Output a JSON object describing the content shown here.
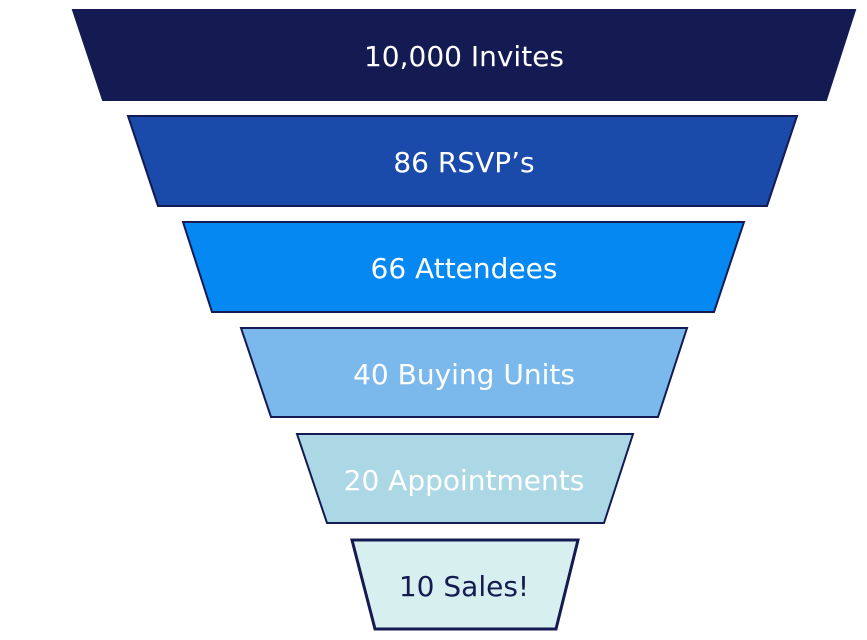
{
  "funnel": {
    "stages": [
      {
        "label": "10,000 Invites",
        "fill": "#141b52",
        "stroke": "#141b52",
        "text_color": "#ffffff"
      },
      {
        "label": "86 RSVP’s",
        "fill": "#1a4aaa",
        "stroke": "#141b52",
        "text_color": "#ffffff"
      },
      {
        "label": "66 Attendees",
        "fill": "#0588f2",
        "stroke": "#141b52",
        "text_color": "#ffffff"
      },
      {
        "label": "40 Buying Units",
        "fill": "#7bb9ec",
        "stroke": "#141b52",
        "text_color": "#ffffff"
      },
      {
        "label": "20 Appointments",
        "fill": "#acd8e6",
        "stroke": "#141b52",
        "text_color": "#ffffff"
      },
      {
        "label": "10 Sales!",
        "fill": "#d7efee",
        "stroke": "#141b52",
        "text_color": "#141b52"
      }
    ]
  }
}
